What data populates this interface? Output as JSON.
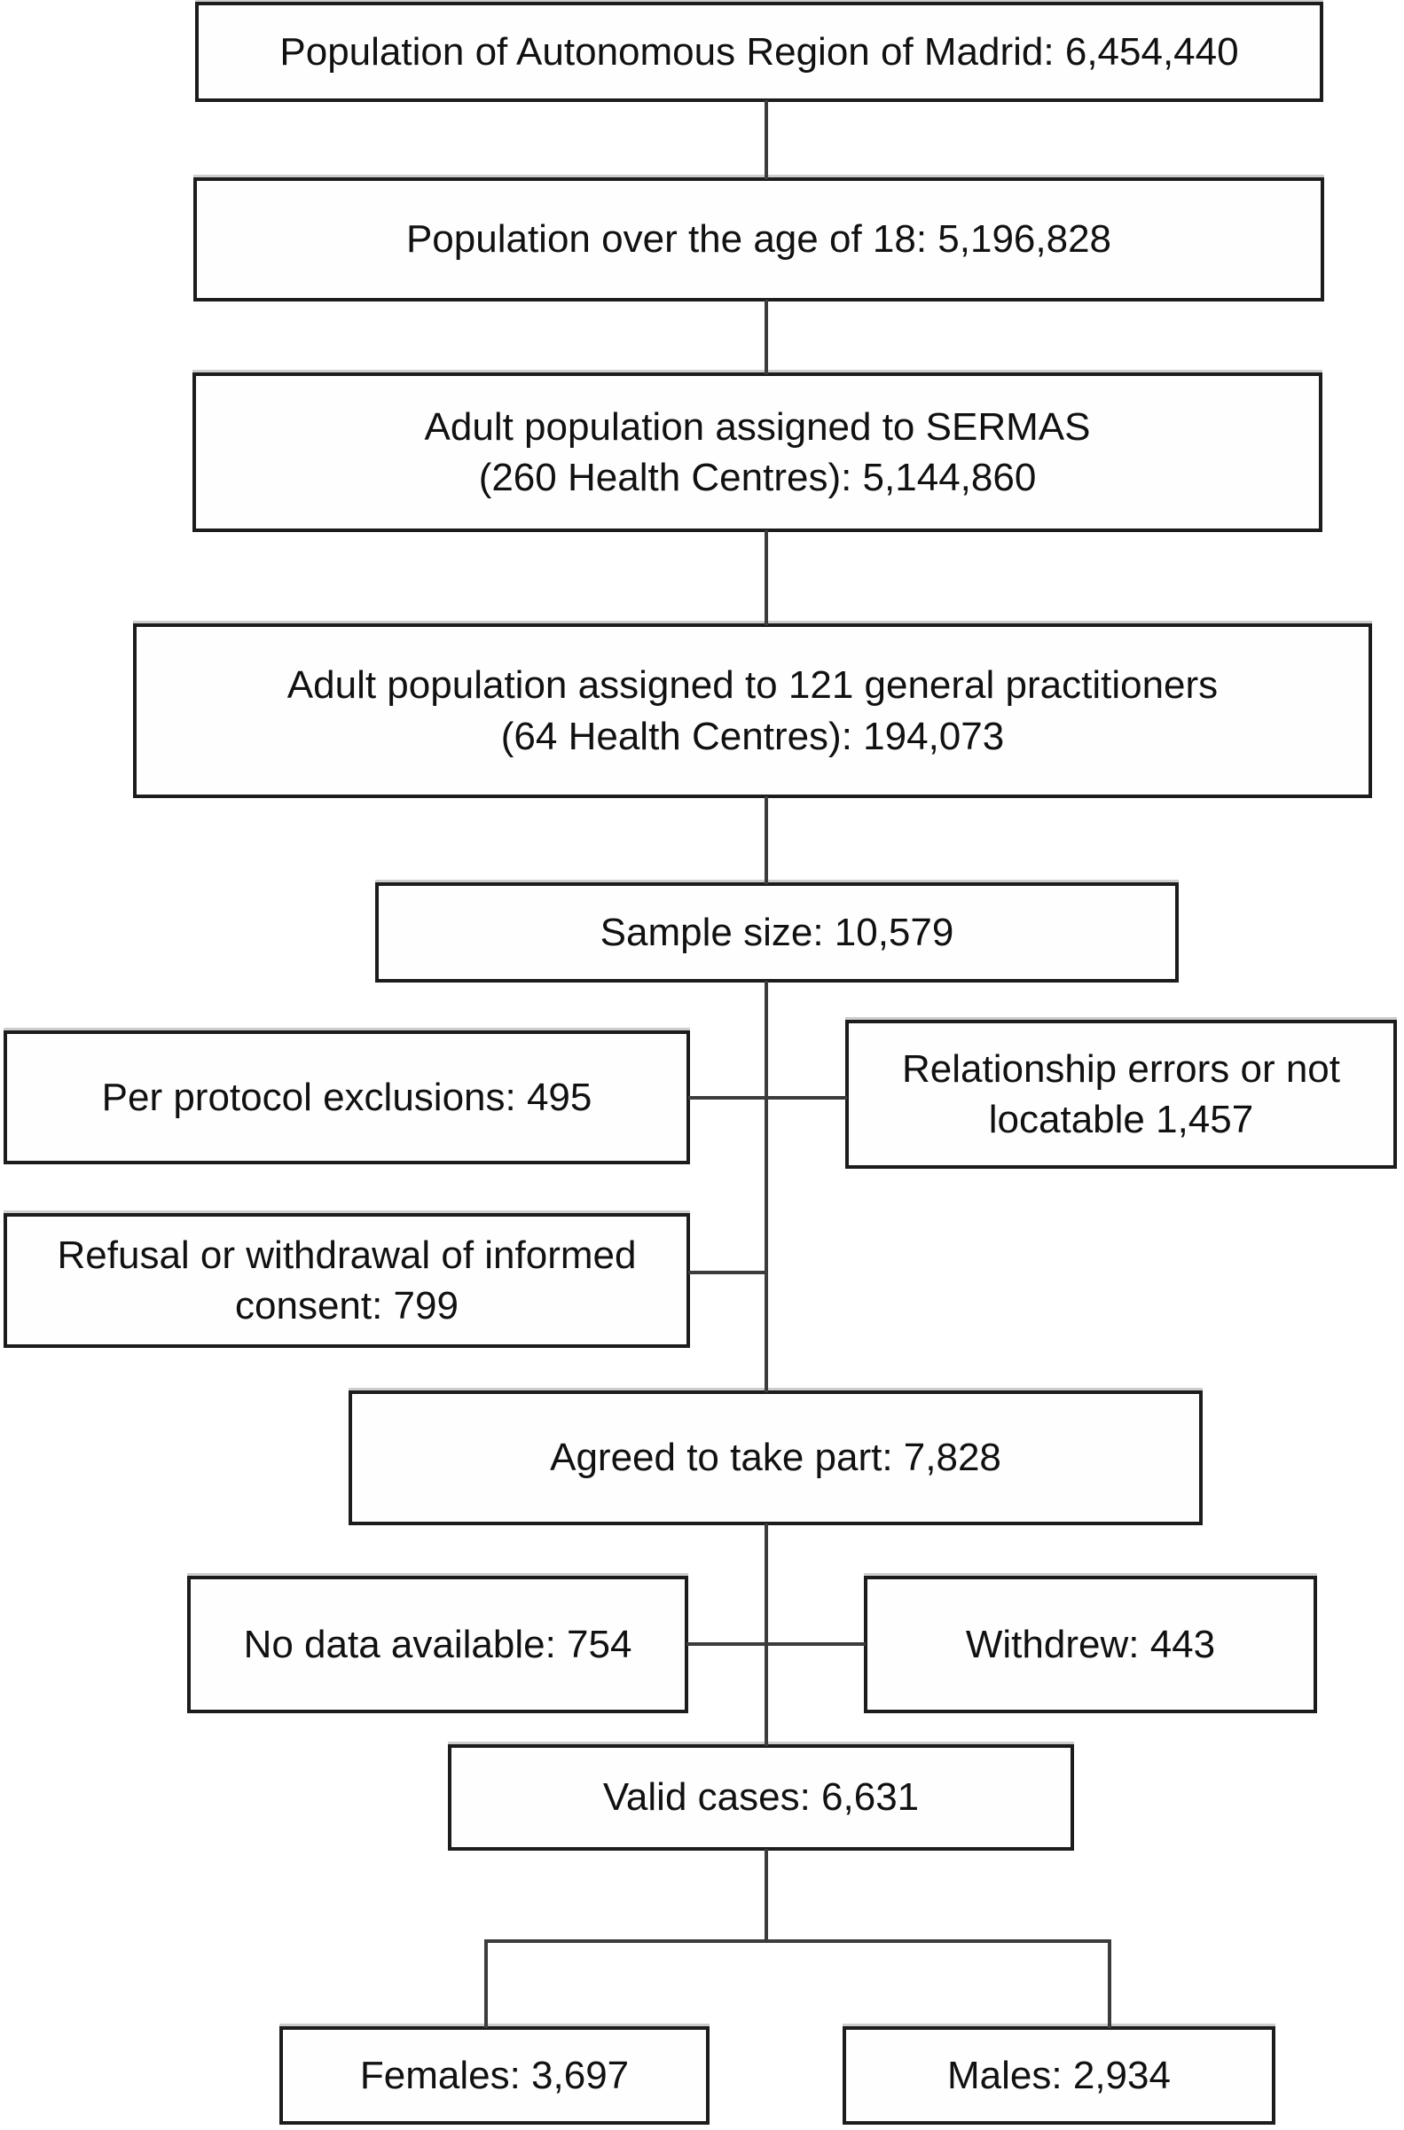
{
  "diagram": {
    "boxes": {
      "madrid": {
        "text": "Population of Autonomous Region of Madrid: 6,454,440"
      },
      "over_18": {
        "text": "Population over the age of 18: 5,196,828"
      },
      "sermas": {
        "text": "Adult population assigned to SERMAS\n(260 Health Centres): 5,144,860"
      },
      "practitioners": {
        "text": "Adult population assigned to 121 general practitioners\n(64 Health Centres): 194,073"
      },
      "sample_size": {
        "text": "Sample size: 10,579"
      },
      "per_protocol_exclusions": {
        "text": "Per protocol exclusions: 495"
      },
      "relationship_errors": {
        "text": "Relationship errors or not\nlocatable 1,457"
      },
      "refusal": {
        "text": "Refusal or withdrawal of informed\nconsent: 799"
      },
      "agreed": {
        "text": "Agreed to take part: 7,828"
      },
      "no_data": {
        "text": "No data available: 754"
      },
      "withdrew": {
        "text": "Withdrew: 443"
      },
      "valid_cases": {
        "text": "Valid cases: 6,631"
      },
      "females": {
        "text": "Females: 3,697"
      },
      "males": {
        "text": "Males: 2,934"
      }
    },
    "colors": {
      "box-border": "#1c1c1c",
      "box-background": "#fefefe",
      "page-background": "#ffffff",
      "text": "#111111",
      "line": "#3c3c3c"
    }
  }
}
